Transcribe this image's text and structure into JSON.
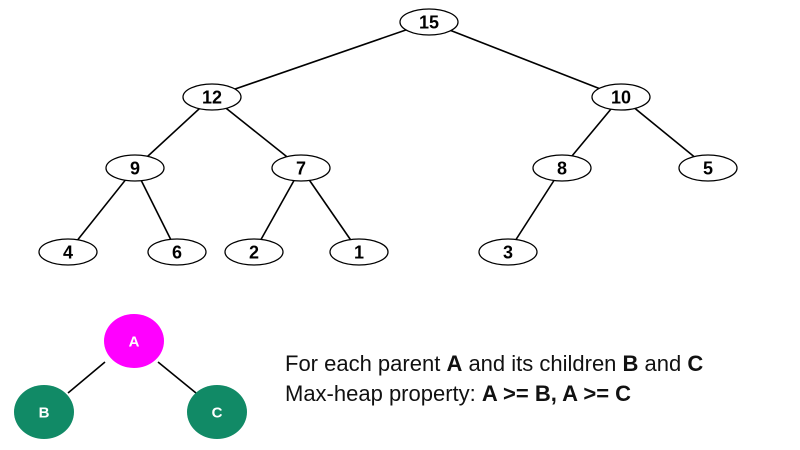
{
  "heap": {
    "nodes": [
      {
        "id": "n15",
        "label": "15"
      },
      {
        "id": "n12",
        "label": "12"
      },
      {
        "id": "n10",
        "label": "10"
      },
      {
        "id": "n9",
        "label": "9"
      },
      {
        "id": "n7",
        "label": "7"
      },
      {
        "id": "n8",
        "label": "8"
      },
      {
        "id": "n5",
        "label": "5"
      },
      {
        "id": "n4",
        "label": "4"
      },
      {
        "id": "n6",
        "label": "6"
      },
      {
        "id": "n2",
        "label": "2"
      },
      {
        "id": "n1",
        "label": "1"
      },
      {
        "id": "n3",
        "label": "3"
      }
    ],
    "edges": [
      [
        "n15",
        "n12"
      ],
      [
        "n15",
        "n10"
      ],
      [
        "n12",
        "n9"
      ],
      [
        "n12",
        "n7"
      ],
      [
        "n10",
        "n8"
      ],
      [
        "n10",
        "n5"
      ],
      [
        "n9",
        "n4"
      ],
      [
        "n9",
        "n6"
      ],
      [
        "n7",
        "n2"
      ],
      [
        "n7",
        "n1"
      ],
      [
        "n8",
        "n3"
      ]
    ]
  },
  "legend": {
    "parent": {
      "label": "A",
      "color": "#ff00ff"
    },
    "left_child": {
      "label": "B",
      "color": "#118a66"
    },
    "right_child": {
      "label": "C",
      "color": "#118a66"
    }
  },
  "caption": {
    "line1": {
      "prefix": "For each parent ",
      "a": "A",
      "mid": " and its children ",
      "b": "B",
      "and": " and ",
      "c": "C"
    },
    "line2": {
      "prefix": "Max-heap property: ",
      "rule": "A >= B, A >= C"
    }
  }
}
